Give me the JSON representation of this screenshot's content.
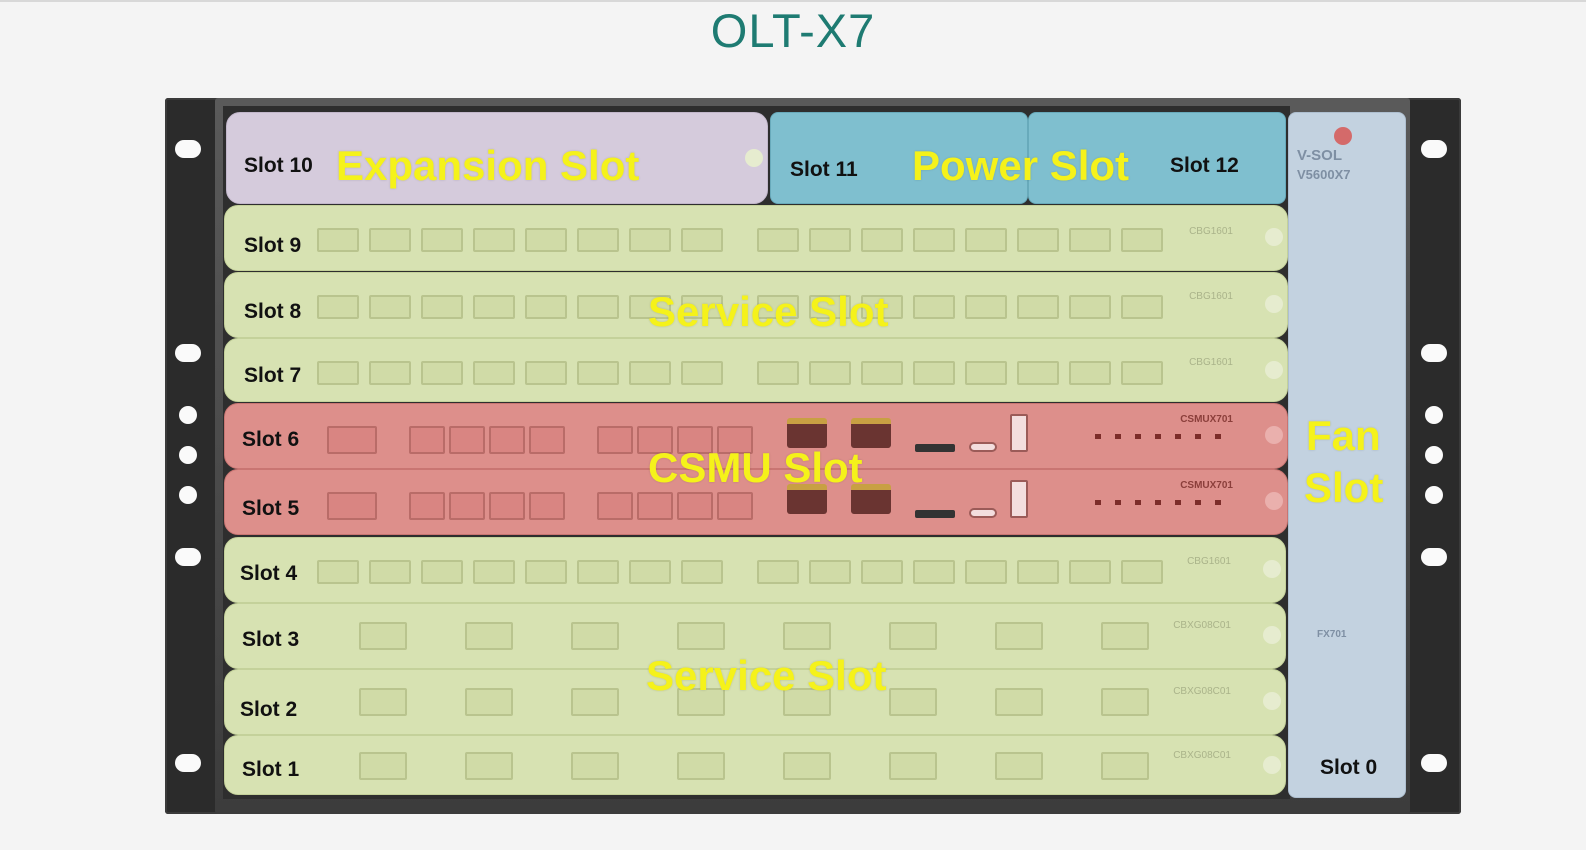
{
  "title": "OLT-X7",
  "regions": {
    "expansion": "Expansion Slot",
    "power": "Power Slot",
    "service_top": "Service Slot",
    "csmu": "CSMU Slot",
    "service_bottom": "Service Slot",
    "fan_line1": "Fan",
    "fan_line2": "Slot"
  },
  "slots": {
    "s0": "Slot 0",
    "s1": "Slot 1",
    "s2": "Slot 2",
    "s3": "Slot 3",
    "s4": "Slot 4",
    "s5": "Slot 5",
    "s6": "Slot 6",
    "s7": "Slot 7",
    "s8": "Slot 8",
    "s9": "Slot 9",
    "s10": "Slot 10",
    "s11": "Slot 11",
    "s12": "Slot 12"
  },
  "card_models": {
    "cbg": "CBG1601",
    "csmu": "CSMUX701",
    "cbxg": "CBXG08C01",
    "fan": "FX701"
  },
  "brand": {
    "vendor": "V-SOL",
    "model": "V5600X7"
  },
  "colors": {
    "service": "#d7e2b2",
    "csmu": "#dd8f8b",
    "expansion": "#d5cbdc",
    "power": "#7fbfcf",
    "fan": "#c3d2e0",
    "region_label": "#f5f21a",
    "title": "#1e7b72"
  }
}
